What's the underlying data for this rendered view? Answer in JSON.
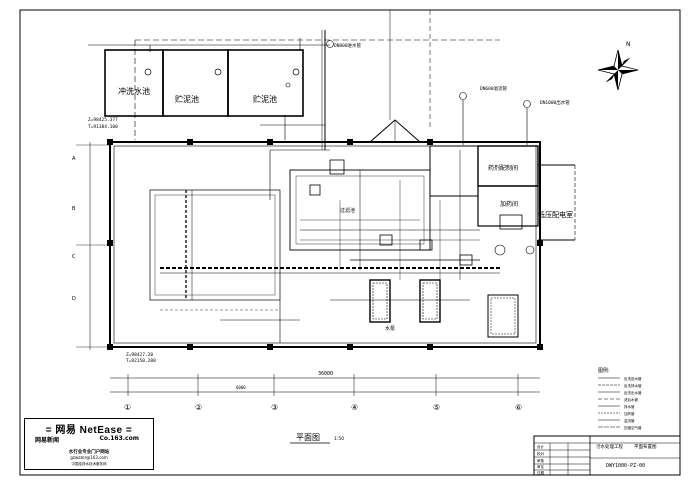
{
  "tanks": {
    "rinse_pool": "冲洗水池",
    "sludge_storage": "贮泥池",
    "sludge_thickening": "贮泥池"
  },
  "rooms": {
    "dosing_room": "药剂配制间",
    "power_room": "低压配电室",
    "main_pumps": "水泵",
    "filter": "过滤池",
    "workshop": "加药间"
  },
  "north_arrow": "N",
  "axis_numbers": [
    "①",
    "②",
    "③",
    "④",
    "⑤",
    "⑥"
  ],
  "axis_letters": [
    "A",
    "B",
    "C",
    "D"
  ],
  "drawing_title": "平面图",
  "drawing_scale": "1:50",
  "legend": {
    "title": "图例:",
    "items": [
      "反洗进水管",
      "反洗排水管",
      "反洗出水管",
      "滤后水管",
      "排水管",
      "加药管",
      "溢流管",
      "压缩空气管"
    ]
  },
  "title_block": {
    "project": "污水处理工程",
    "drawing_name": "平面布置图",
    "drawing_number": "DWY1000-PZ-00",
    "rows": [
      "设计",
      "校对",
      "审核",
      "审定",
      "日期"
    ]
  },
  "logo": {
    "brand": "= 网易 NetEase =",
    "channel": "网易新闻",
    "domain": "Co.163.com",
    "tagline": "水行业专业门户网站",
    "email": "gzwater@163.com",
    "footer": "中国给排水技术服务网"
  },
  "annotations": {
    "elev1": "Z=98425.377",
    "elev2": "T=91384.100",
    "elev3": "Z=98427.20",
    "elev4": "T=92150.200",
    "inflow": "DN800进水管",
    "overflow": "DN600溢流管",
    "outflow": "DN1000出水管",
    "dim_total": "36000",
    "dim_bay": "6000"
  }
}
